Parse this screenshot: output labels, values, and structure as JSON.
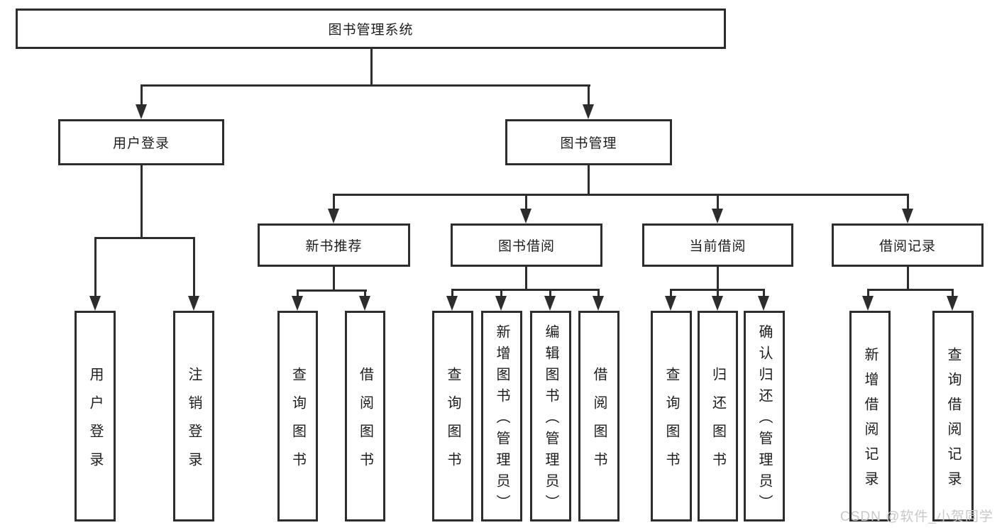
{
  "diagram_type": "functional-structure-tree",
  "colors": {
    "background": "#ffffff",
    "box_border": "#2d2d2d",
    "connector_line": "#2d2d2d",
    "text": "#1d1d1d",
    "watermark": "#c8c8c8"
  },
  "tree": {
    "label": "图书管理系统",
    "children": [
      {
        "label": "用户登录",
        "children": [
          {
            "label": "用户登录"
          },
          {
            "label": "注销登录"
          }
        ]
      },
      {
        "label": "图书管理",
        "children": [
          {
            "label": "新书推荐",
            "children": [
              {
                "label": "查询图书"
              },
              {
                "label": "借阅图书"
              }
            ]
          },
          {
            "label": "图书借阅",
            "children": [
              {
                "label": "查询图书"
              },
              {
                "label": "新增图书（管理员）"
              },
              {
                "label": "编辑图书（管理员）"
              },
              {
                "label": "借阅图书"
              }
            ]
          },
          {
            "label": "当前借阅",
            "children": [
              {
                "label": "查询图书"
              },
              {
                "label": "归还图书"
              },
              {
                "label": "确认归还（管理员）"
              }
            ]
          },
          {
            "label": "借阅记录",
            "children": [
              {
                "label": "新增借阅记录"
              },
              {
                "label": "查询借阅记录"
              }
            ]
          }
        ]
      }
    ]
  },
  "watermark": {
    "text": "CSDN @软件_小贺同学"
  }
}
